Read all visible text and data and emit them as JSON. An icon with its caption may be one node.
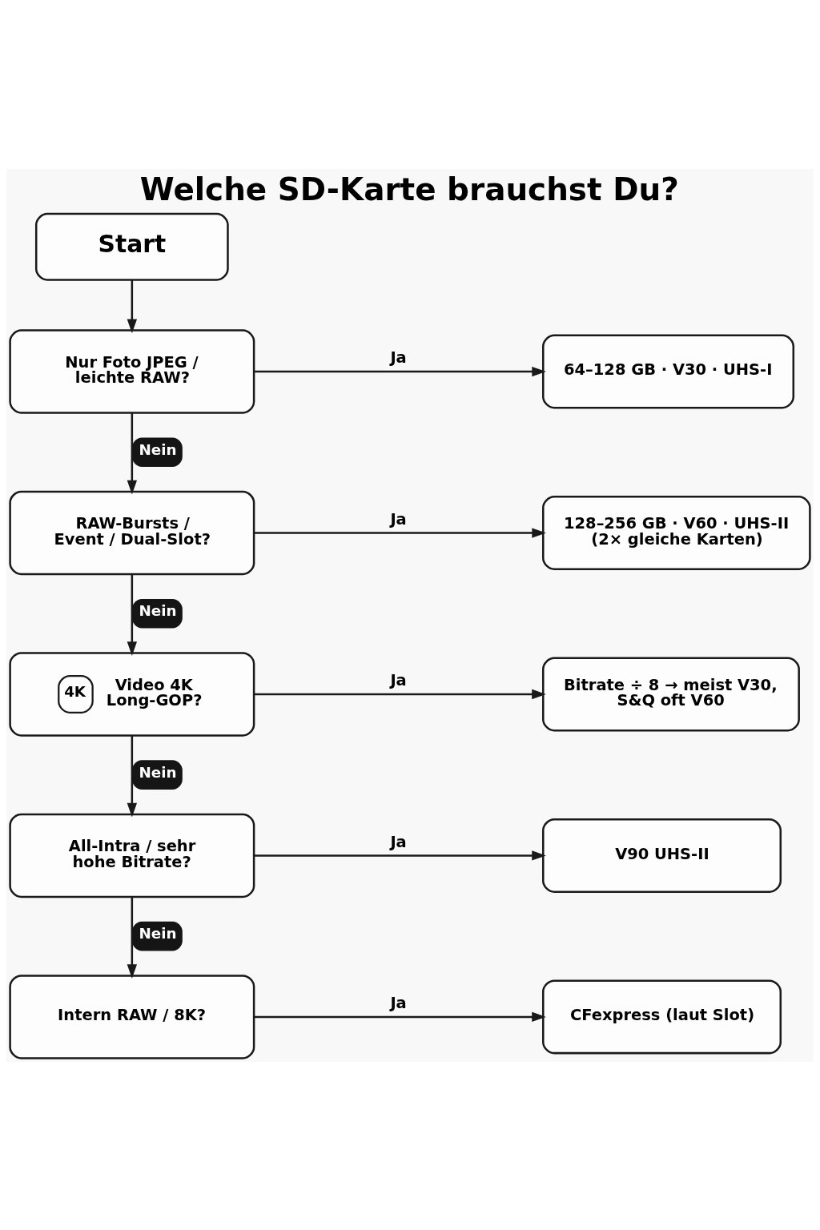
{
  "diagram": {
    "title": "Welche SD-Karte brauchst Du?",
    "nodes": [
      {
        "text": [
          "Start"
        ]
      },
      {
        "text": [
          "Nur Foto JPEG / leichte RAW?"
        ]
      },
      {
        "text": [
          "64–128 GB · V30 · UHS-I"
        ]
      },
      {
        "text": [
          "RAW-Bursts / Event / Dual-Slot?"
        ]
      },
      {
        "text": [
          "128–256 GB · V60 · UHS-II (2× gleiche Karten)"
        ]
      },
      {
        "text": [
          "4K",
          "Video 4K Long-GOP?"
        ]
      },
      {
        "text": [
          "Bitrate ÷ 8 → meist V30, S&Q oft V60"
        ]
      },
      {
        "text": [
          "All-Intra / sehr hohe Bitrate?"
        ]
      },
      {
        "text": [
          "V90 UHS-II"
        ]
      },
      {
        "text": [
          "Intern RAW / 8K?"
        ]
      },
      {
        "text": [
          "CFexpress (laut Slot)"
        ]
      }
    ],
    "edges": [
      {
        "from": 0,
        "to": 1,
        "arrow": "to"
      },
      {
        "from": 1,
        "to": 2,
        "arrow": "to",
        "label": "Ja"
      },
      {
        "from": 1,
        "to": 3,
        "arrow": "to",
        "label": "Nein"
      },
      {
        "from": 3,
        "to": 4,
        "arrow": "to",
        "label": "Ja"
      },
      {
        "from": 3,
        "to": 5,
        "arrow": "to",
        "label": "Nein"
      },
      {
        "from": 5,
        "to": 6,
        "arrow": "to",
        "label": "Ja"
      },
      {
        "from": 5,
        "to": 7,
        "arrow": "to",
        "label": "Nein"
      },
      {
        "from": 7,
        "to": 8,
        "arrow": "to",
        "label": "Ja"
      },
      {
        "from": 7,
        "to": 9,
        "arrow": "to",
        "label": "Nein"
      },
      {
        "from": 9,
        "to": 10,
        "arrow": "to",
        "label": "Ja"
      }
    ]
  }
}
